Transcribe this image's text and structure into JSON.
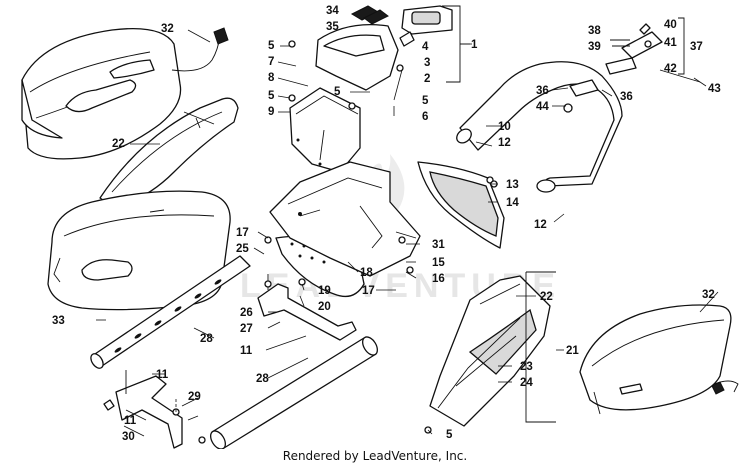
{
  "diagram": {
    "watermark": "LEADVENTURE",
    "footer": "Rendered by LeadVenture, Inc.",
    "callouts": {
      "c1": "1",
      "c2": "2",
      "c3": "3",
      "c4": "4",
      "c5a": "5",
      "c5b": "5",
      "c5c": "5",
      "c5d": "5",
      "c5e": "5",
      "c6": "6",
      "c7": "7",
      "c8": "8",
      "c9": "9",
      "c10": "10",
      "c11a": "11",
      "c11b": "11",
      "c11c": "11",
      "c12a": "12",
      "c12b": "12",
      "c13": "13",
      "c14": "14",
      "c15": "15",
      "c16": "16",
      "c17a": "17",
      "c17b": "17",
      "c18": "18",
      "c19": "19",
      "c20": "20",
      "c21": "21",
      "c22a": "22",
      "c22b": "22",
      "c23": "23",
      "c24": "24",
      "c25": "25",
      "c26": "26",
      "c27": "27",
      "c28a": "28",
      "c28b": "28",
      "c29": "29",
      "c30": "30",
      "c31": "31",
      "c32a": "32",
      "c32b": "32",
      "c33": "33",
      "c34": "34",
      "c35": "35",
      "c36a": "36",
      "c36b": "36",
      "c37": "37",
      "c38": "38",
      "c39": "39",
      "c40": "40",
      "c41": "41",
      "c42": "42",
      "c43": "43",
      "c44": "44"
    }
  }
}
